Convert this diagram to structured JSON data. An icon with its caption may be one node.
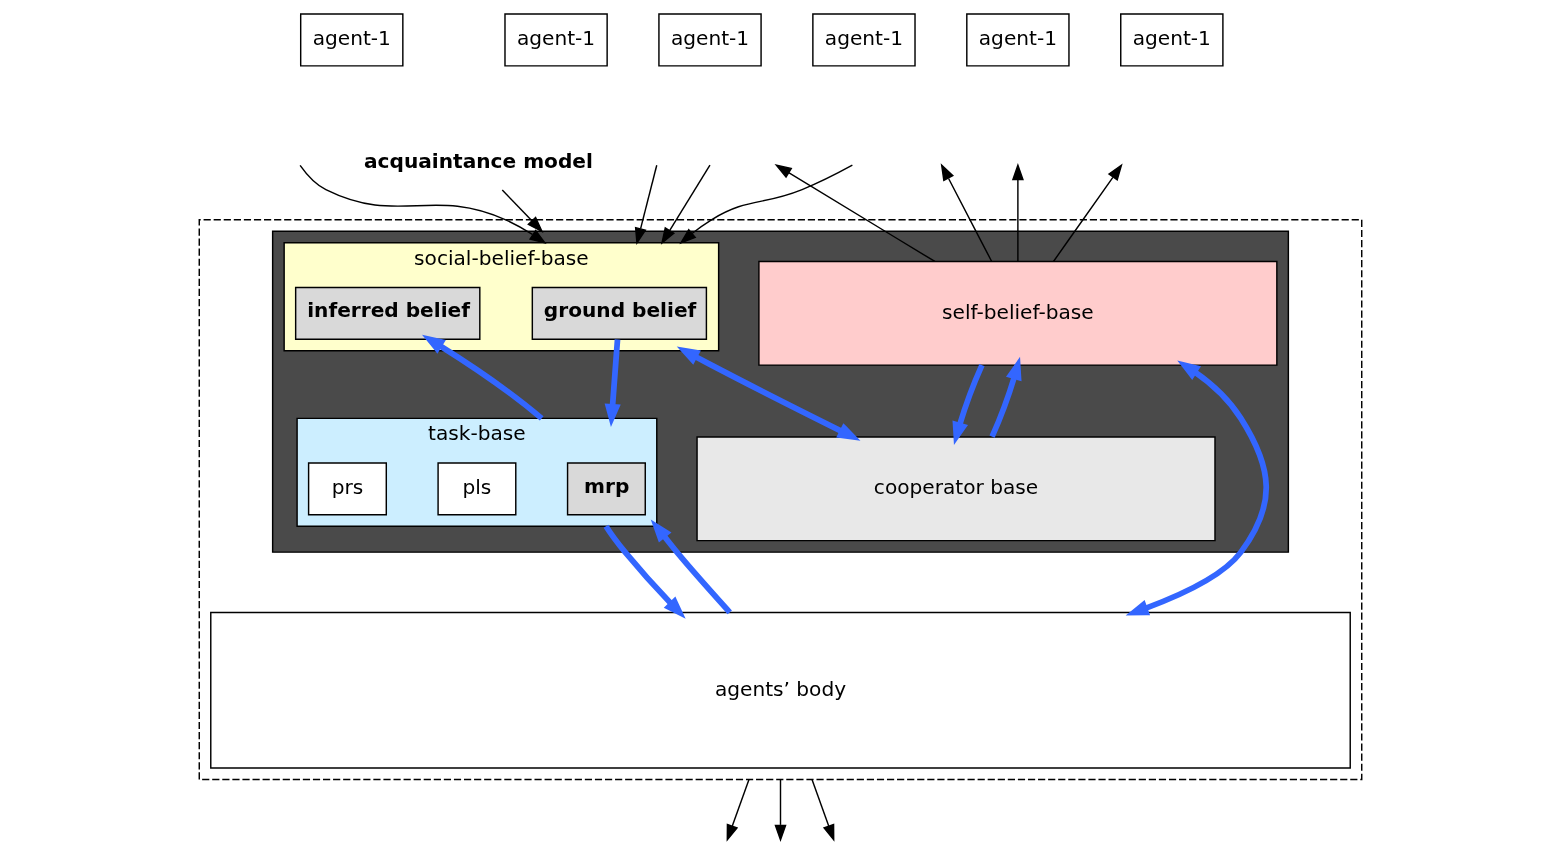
{
  "diagram": {
    "nodes": [
      {
        "text": [
          "agent-1"
        ]
      },
      {
        "text": [
          "agent-1"
        ]
      },
      {
        "text": [
          "agent-1"
        ]
      },
      {
        "text": [
          "agent-1"
        ]
      },
      {
        "text": [
          "agent-1"
        ]
      },
      {
        "text": [
          "agent-1"
        ]
      },
      {
        "text": [
          "acquaintance model"
        ]
      },
      {
        "text": [],
        "shape": "box"
      },
      {
        "text": [],
        "shape": "box",
        "in": 7
      },
      {
        "text": [
          "social-belief-base"
        ],
        "in": 8
      },
      {
        "text": [
          "ground belief"
        ],
        "in": 9
      },
      {
        "text": [
          "inferred belief"
        ],
        "in": 9
      },
      {
        "text": [
          "self-belief-base"
        ],
        "in": 8
      },
      {
        "text": [
          "task-base"
        ],
        "in": 8
      },
      {
        "text": [
          "mrp"
        ],
        "in": 13
      },
      {
        "text": [
          "pls"
        ],
        "in": 13
      },
      {
        "text": [
          "prs"
        ],
        "in": 13
      },
      {
        "text": [
          "cooperator base"
        ],
        "in": 8
      },
      {
        "text": [
          "agents’ body"
        ],
        "in": 7
      }
    ],
    "edges": [
      {
        "from": null,
        "to": 9,
        "arrow": "to"
      },
      {
        "from": null,
        "to": 9,
        "arrow": "to"
      },
      {
        "from": null,
        "to": 9,
        "arrow": "to"
      },
      {
        "from": null,
        "to": 9,
        "arrow": "to"
      },
      {
        "from": 12,
        "to": null,
        "arrow": "to"
      },
      {
        "from": 12,
        "to": null,
        "arrow": "to"
      },
      {
        "from": 12,
        "to": null,
        "arrow": "to"
      },
      {
        "from": 12,
        "to": null,
        "arrow": "to"
      },
      {
        "from": 6,
        "to": 8,
        "arrow": "to"
      },
      {
        "from": 10,
        "to": 13,
        "arrow": "to",
        "style": "thick",
        "color": "#3366ff"
      },
      {
        "from": 13,
        "to": 11,
        "arrow": "to",
        "style": "thick",
        "color": "#3366ff"
      },
      {
        "from": 9,
        "to": 17,
        "arrow": "both",
        "style": "thick",
        "color": "#3366ff"
      },
      {
        "from": 17,
        "to": 12,
        "arrow": "to",
        "style": "thick",
        "color": "#3366ff"
      },
      {
        "from": 12,
        "to": 17,
        "arrow": "to",
        "style": "thick",
        "color": "#3366ff"
      },
      {
        "from": 13,
        "to": 18,
        "arrow": "to",
        "style": "thick",
        "color": "#3366ff"
      },
      {
        "from": 18,
        "to": 13,
        "arrow": "to",
        "style": "thick",
        "color": "#3366ff"
      },
      {
        "from": 12,
        "to": 18,
        "arrow": "both",
        "style": "thick",
        "color": "#3366ff"
      },
      {
        "from": 7,
        "to": null,
        "arrow": "to"
      },
      {
        "from": 7,
        "to": null,
        "arrow": "to"
      },
      {
        "from": 7,
        "to": null,
        "arrow": "to"
      }
    ]
  }
}
